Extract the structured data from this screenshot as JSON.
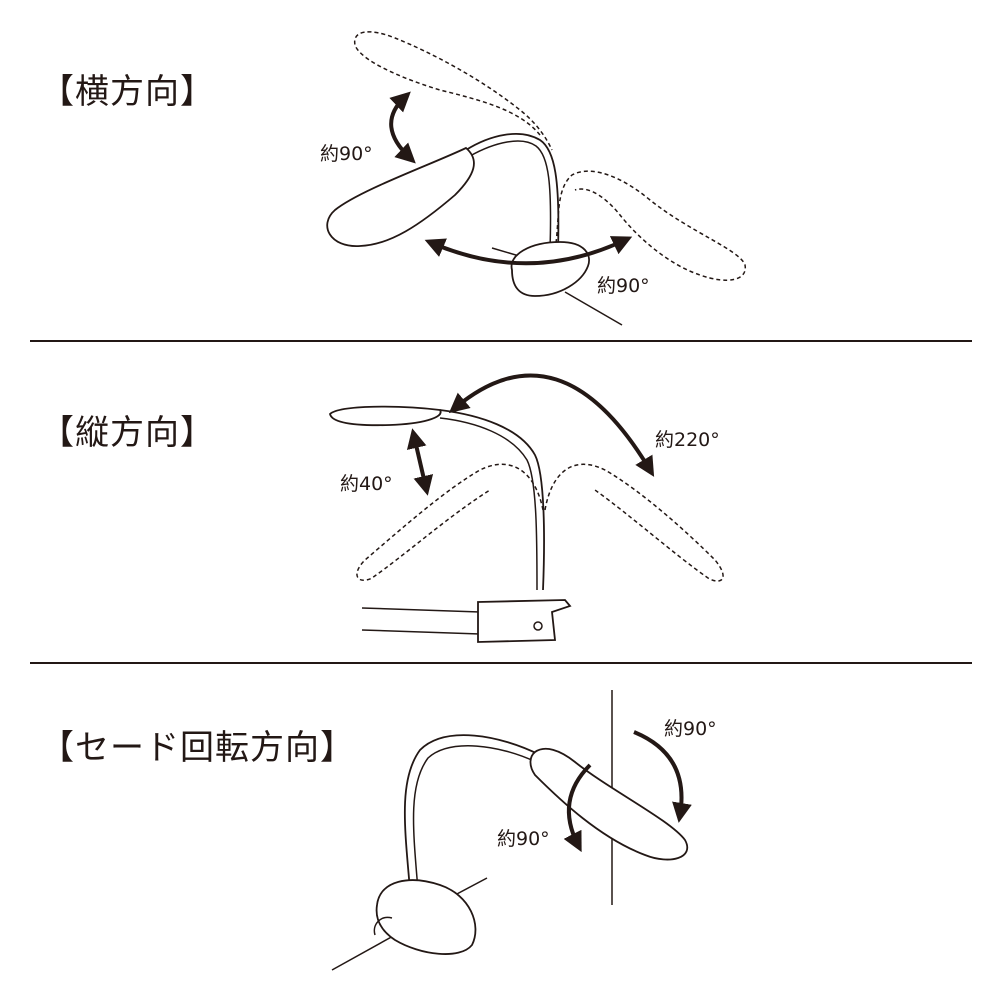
{
  "sections": [
    {
      "heading": "【横方向】",
      "angles": [
        "約90°",
        "約90°"
      ]
    },
    {
      "heading": "【縦方向】",
      "angles": [
        "約220°",
        "約40°"
      ]
    },
    {
      "heading": "【セード回転方向】",
      "angles": [
        "約90°",
        "約90°"
      ]
    }
  ]
}
